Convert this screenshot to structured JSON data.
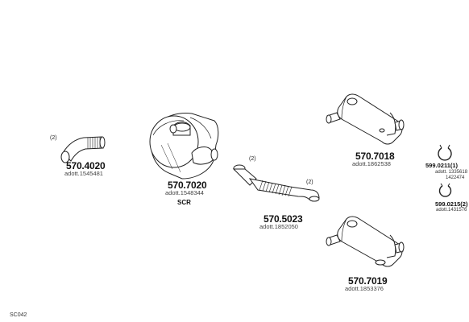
{
  "parts": [
    {
      "id": "p4020",
      "code": "570.4020",
      "ref": "adott.1545481",
      "qty": "(2)"
    },
    {
      "id": "p7020",
      "code": "570.7020",
      "ref": "adott.1548344",
      "note": "SCR"
    },
    {
      "id": "p5023",
      "code": "570.5023",
      "ref": "adott.1852050",
      "qty_left": "(2)",
      "qty_right": "(2)"
    },
    {
      "id": "p7018",
      "code": "570.7018",
      "ref": "adott.1862538"
    },
    {
      "id": "p7019",
      "code": "570.7019",
      "ref": "adott.1853376"
    },
    {
      "id": "p0211",
      "code": "599.0211",
      "qty": "(1)",
      "ref": "adott. 1335618",
      "ref2": "1422474"
    },
    {
      "id": "p0215",
      "code": "599.0215",
      "qty": "(2)",
      "ref": "adott.1431576"
    }
  ],
  "diagram_code": "SC042"
}
